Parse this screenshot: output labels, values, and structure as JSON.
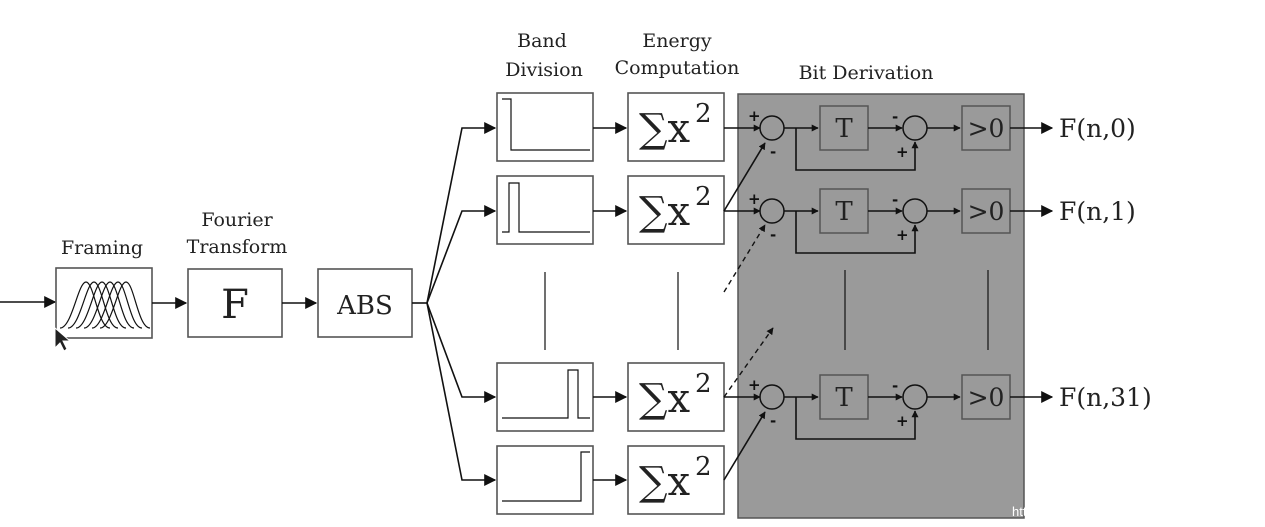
{
  "labels": {
    "framing": "Framing",
    "fourier_line1": "Fourier",
    "fourier_line2": "Transform",
    "band_line1": "Band",
    "band_line2": "Division",
    "energy_line1": "Energy",
    "energy_line2": "Computation",
    "bit_derivation": "Bit Derivation"
  },
  "blocks": {
    "fourier": "F",
    "abs": "ABS",
    "energy_sum": "∑x",
    "energy_exp": "2",
    "delay": "T",
    "threshold": ">0"
  },
  "signs": {
    "plus": "+",
    "minus": "-"
  },
  "outputs": [
    "F(n,0)",
    "F(n,1)",
    "F(n,31)"
  ],
  "watermark": "https://blog.csdn.net/Wang_Runlin",
  "colors": {
    "bit_panel": "#9a9a9a",
    "block_border": "#555555",
    "wire": "#111111"
  }
}
